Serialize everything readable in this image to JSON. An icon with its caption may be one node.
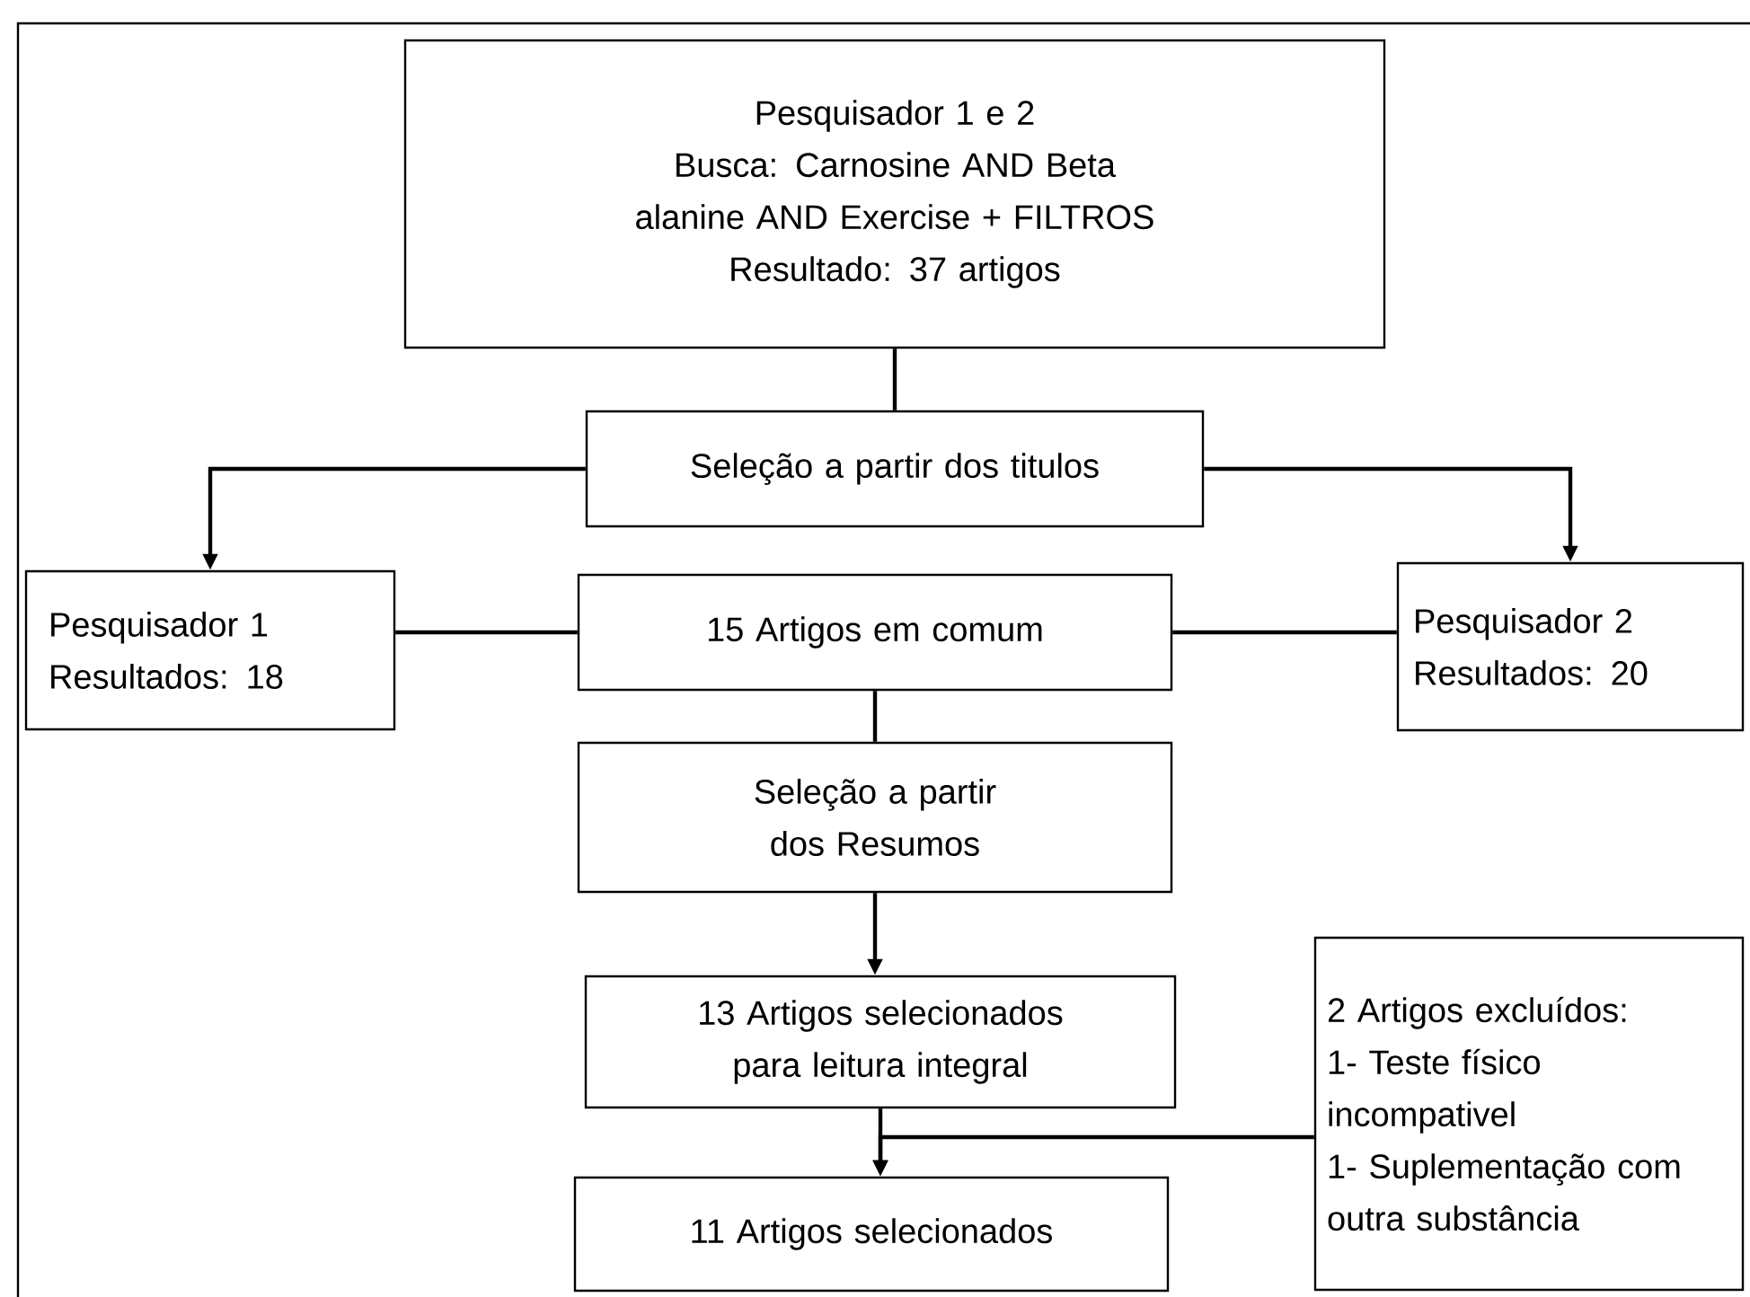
{
  "diagram": {
    "nodes": [
      {
        "text": [
          "Pesquisador 1 e 2",
          "Busca: Carnosine AND Beta alanine AND Exercise + FILTROS",
          "Resultado: 37 artigos"
        ]
      },
      {
        "text": [
          "Seleção a partir dos titulos"
        ]
      },
      {
        "text": [
          "Pesquisador 1",
          "Resultados: 18"
        ]
      },
      {
        "text": [
          "15 Artigos em comum"
        ]
      },
      {
        "text": [
          "Pesquisador 2",
          "Resultados: 20"
        ]
      },
      {
        "text": [
          "Seleção a partir dos Resumos"
        ]
      },
      {
        "text": [
          "13 Artigos selecionados para leitura integral"
        ]
      },
      {
        "text": [
          "2 Artigos excluídos:",
          "1- Teste físico incompativel",
          "1- Suplementação com outra substância"
        ]
      },
      {
        "text": [
          "11 Artigos selecionados"
        ]
      }
    ],
    "edges": [
      {
        "from": 0,
        "to": 1,
        "arrow": "none"
      },
      {
        "from": 1,
        "to": 2,
        "arrow": "to"
      },
      {
        "from": 1,
        "to": 4,
        "arrow": "to"
      },
      {
        "from": 2,
        "to": 3,
        "arrow": "none"
      },
      {
        "from": 4,
        "to": 3,
        "arrow": "none"
      },
      {
        "from": 3,
        "to": 5,
        "arrow": "none"
      },
      {
        "from": 5,
        "to": 6,
        "arrow": "to"
      },
      {
        "from": 6,
        "to": 8,
        "arrow": "to"
      },
      {
        "from": 7,
        "to": 8,
        "arrow": "to"
      }
    ]
  }
}
